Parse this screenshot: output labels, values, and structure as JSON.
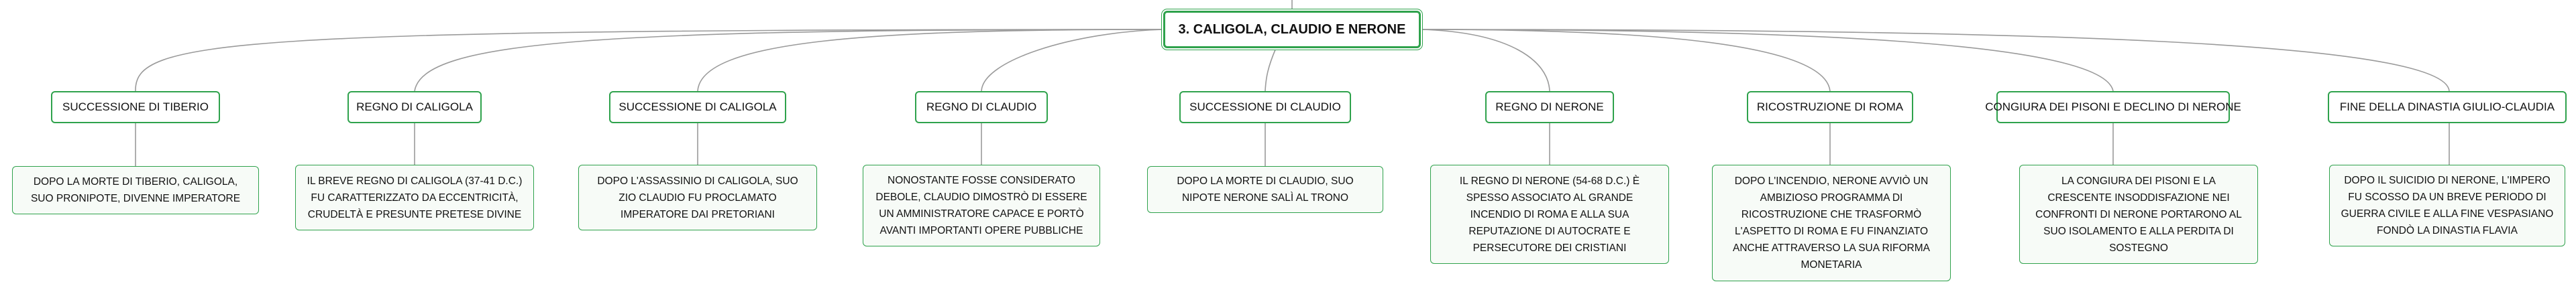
{
  "map": {
    "root": "3. CALIGOLA, CLAUDIO E NERONE",
    "branches": [
      {
        "topic": "SUCCESSIONE DI TIBERIO",
        "detail": "DOPO LA MORTE DI TIBERIO, CALIGOLA, SUO PRONIPOTE, DIVENNE IMPERATORE"
      },
      {
        "topic": "REGNO DI CALIGOLA",
        "detail": "IL BREVE REGNO DI CALIGOLA (37-41 D.C.) FU CARATTERIZZATO DA ECCENTRICITÀ, CRUDELTÀ E PRESUNTE PRETESE DIVINE"
      },
      {
        "topic": "SUCCESSIONE DI CALIGOLA",
        "detail": "DOPO L'ASSASSINIO DI CALIGOLA, SUO ZIO CLAUDIO FU PROCLAMATO IMPERATORE DAI PRETORIANI"
      },
      {
        "topic": "REGNO DI CLAUDIO",
        "detail": "NONOSTANTE FOSSE CONSIDERATO DEBOLE, CLAUDIO DIMOSTRÒ DI ESSERE UN AMMINISTRATORE CAPACE E PORTÒ AVANTI IMPORTANTI OPERE PUBBLICHE"
      },
      {
        "topic": "SUCCESSIONE DI CLAUDIO",
        "detail": "DOPO LA MORTE DI CLAUDIO, SUO NIPOTE NERONE SALÌ AL TRONO"
      },
      {
        "topic": "REGNO DI NERONE",
        "detail": "IL REGNO DI NERONE (54-68 D.C.) È SPESSO ASSOCIATO AL GRANDE INCENDIO DI ROMA E ALLA SUA REPUTAZIONE DI AUTOCRATE E PERSECUTORE DEI CRISTIANI"
      },
      {
        "topic": "RICOSTRUZIONE DI ROMA",
        "detail": "DOPO L'INCENDIO, NERONE AVVIÒ UN AMBIZIOSO PROGRAMMA DI RICOSTRUZIONE CHE TRASFORMÒ L'ASPETTO DI ROMA E FU FINANZIATO ANCHE ATTRAVERSO LA SUA RIFORMA MONETARIA"
      },
      {
        "topic": "CONGIURA DEI PISONI E DECLINO DI NERONE",
        "detail": "LA CONGIURA DEI PISONI E LA CRESCENTE INSODDISFAZIONE NEI CONFRONTI DI NERONE PORTARONO AL SUO ISOLAMENTO E ALLA PERDITA DI SOSTEGNO"
      },
      {
        "topic": "FINE DELLA DINASTIA GIULIO-CLAUDIA",
        "detail": "DOPO IL SUICIDIO DI NERONE, L'IMPERO FU SCOSSO DA UN BREVE PERIODO DI GUERRA CIVILE E ALLA FINE VESPASIANO FONDÒ LA DINASTIA FLAVIA"
      }
    ]
  },
  "colors": {
    "node_border": "#2fa24c",
    "connector": "#9a9a9a",
    "detail_background": "#f7fbf7"
  }
}
